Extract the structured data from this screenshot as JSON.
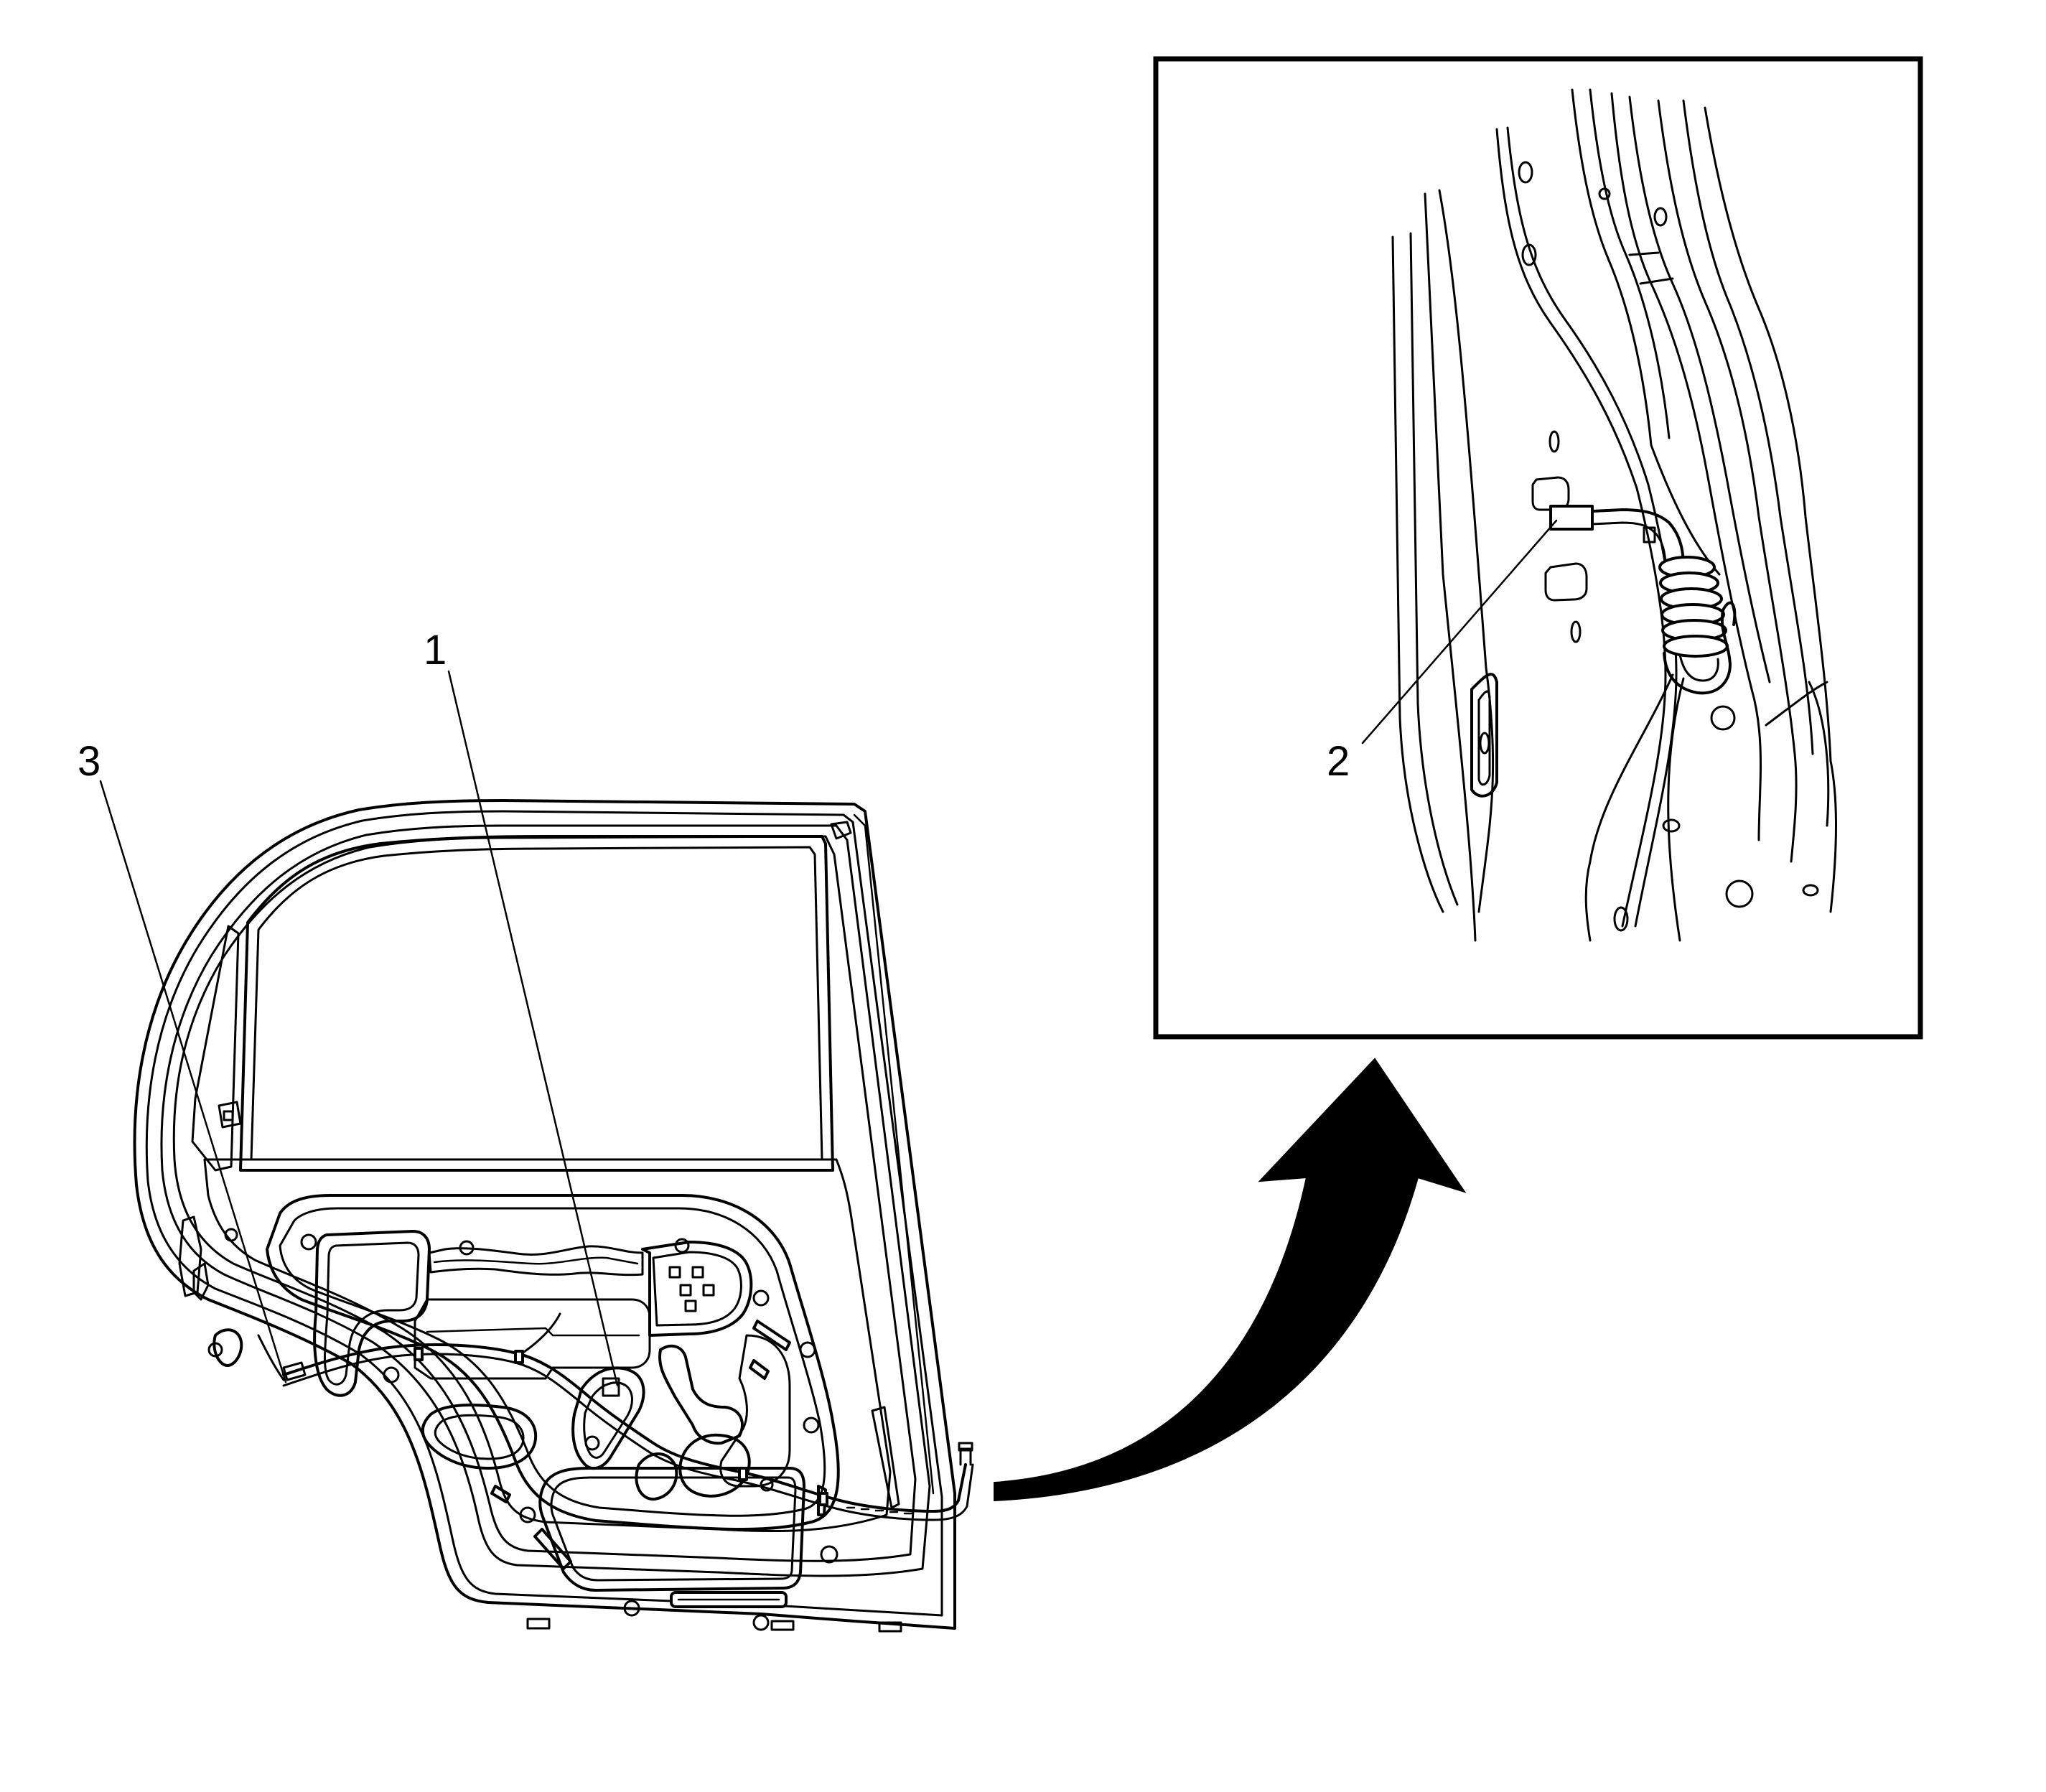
{
  "callouts": [
    {
      "id": "1",
      "text": "1"
    },
    {
      "id": "2",
      "text": "2"
    },
    {
      "id": "3",
      "text": "3"
    }
  ],
  "colors": {
    "line": "#000000",
    "background": "#ffffff"
  },
  "icons": [
    "pointer-arrow-icon"
  ]
}
